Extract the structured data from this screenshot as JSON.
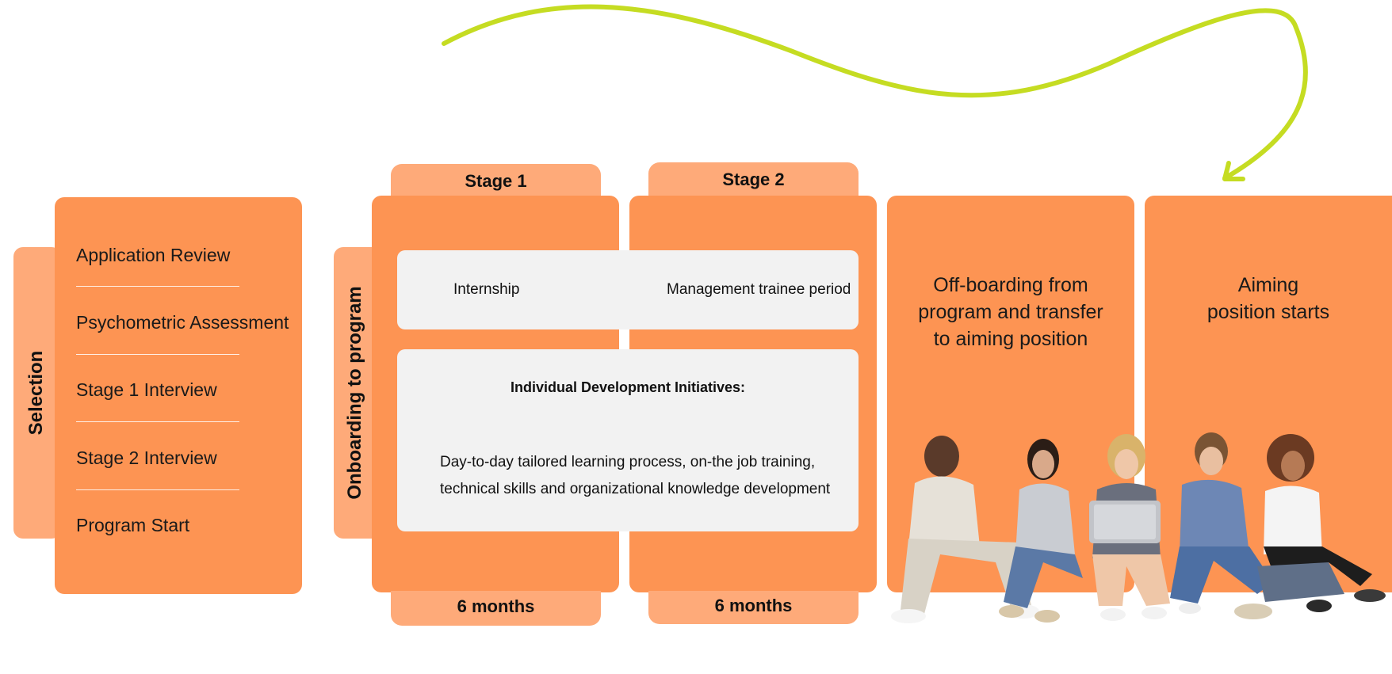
{
  "selection": {
    "label": "Selection",
    "items": [
      "Application Review",
      "Psychometric Assessment",
      "Stage 1 Interview",
      "Stage 2 Interview",
      "Program Start"
    ]
  },
  "onboarding": {
    "label": "Onboarding to program",
    "stage1": {
      "title": "Stage 1",
      "duration": "6 months",
      "activity": "Internship"
    },
    "stage2": {
      "title": "Stage 2",
      "duration": "6 months",
      "activity": "Management trainee period"
    },
    "development": {
      "heading": "Individual Development Initiatives:",
      "line1": "Day-to-day tailored learning process, on-the job training,",
      "line2": "technical skills and organizational knowledge development"
    }
  },
  "offboarding": {
    "title": "Off-boarding from\nprogram and transfer\nto aiming position"
  },
  "aiming": {
    "title": "Aiming\nposition starts"
  },
  "colors": {
    "panel": "#FD9453",
    "tab": "#FEAA79",
    "box": "#F2F2F2",
    "arrow": "#C5DC22"
  }
}
